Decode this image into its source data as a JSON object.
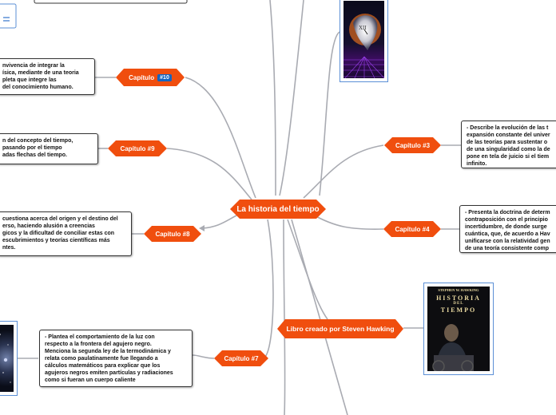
{
  "central": {
    "label": "La historia del tiempo"
  },
  "branches": {
    "c10": {
      "label": "Capítulo",
      "badge": "#10"
    },
    "c9": {
      "label": "Capítulo #9"
    },
    "c8": {
      "label": "Capítulo #8"
    },
    "c7": {
      "label": "Capítulo #7"
    },
    "c3": {
      "label": "Capítulo #3"
    },
    "c4": {
      "label": "Capítulo #4"
    },
    "book": {
      "label": "Libro creado por Steven Hawking"
    }
  },
  "notes": {
    "c10": "nvivencia de integrar la\nísica, mediante de una teoria\npleta que integre las\ndel conocimiento humano.",
    "c9": "n del concepto del tiempo,\npasando por el tiempo\nadas flechas del tiempo.",
    "c8": "cuestiona acerca del origen y el destino del\nerso, haciendo alusión a creencias\ngicos y la dificultad de conciliar estas con\nescubrimientos y teorías científicas más\nntes.",
    "c7": "- Plantea el comportamiento de la luz con\nrespecto a la frontera del agujero negro.\nMenciona la segunda ley de la termodinámica y\nrelata como paulatinamente fue llegando a\ncálculos matemáticos para explicar que los\nagujeros negros emiten partículas y radiaciones\ncomo si fueran un cuerpo caliente",
    "c3": "- Describe la evolución de las t\nexpansión constante del univer\nde las teorías para sustentar o\nde una singularidad como la de\npone en tela de juicio si el tiem\ninfinito.",
    "c4": "- Presenta la doctrina de determ\ncontraposición con el principio\nincertidumbre, de donde surge\ncuántica, que, de acuerdo a Hav\nunificarse con la relatividad gen\nde una teoría consistente comp"
  },
  "book_cover": {
    "author": "STEPHEN W. HAWKING",
    "title_lines": [
      "HISTORIA",
      "DEL",
      "TIEMPO"
    ]
  },
  "colors": {
    "node": "#f04e0e",
    "badge": "#1565c0",
    "connector": "#a9abb2",
    "image_border": "#5b8fd6"
  }
}
